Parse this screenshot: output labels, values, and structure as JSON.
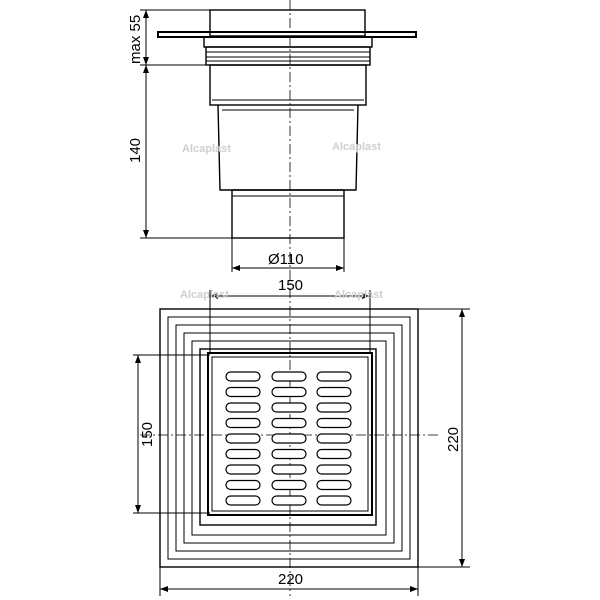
{
  "dimensions": {
    "max_height": "max 55",
    "body_height": "140",
    "outlet_diameter": "Ø110",
    "grate_width": "150",
    "grate_height": "150",
    "frame_width": "220",
    "frame_height": "220"
  },
  "watermarks": [
    "Alcaplast",
    "Alcaplast",
    "Alcaplast",
    "Alcaplast"
  ],
  "grate": {
    "rows": 9,
    "cols": 3
  }
}
